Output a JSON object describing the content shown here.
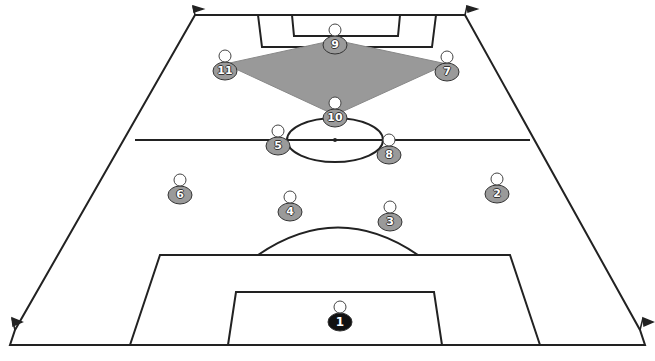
{
  "diagram": {
    "nodes": [
      {
        "text": [
          "9"
        ]
      },
      {
        "text": [
          "11"
        ]
      },
      {
        "text": [
          "7"
        ]
      },
      {
        "text": [
          "10"
        ]
      },
      {
        "text": [
          "5"
        ]
      },
      {
        "text": [
          "8"
        ]
      },
      {
        "text": [
          "6"
        ]
      },
      {
        "text": [
          "2"
        ]
      },
      {
        "text": [
          "4"
        ]
      },
      {
        "text": [
          "3"
        ]
      },
      {
        "text": [
          "1"
        ]
      }
    ]
  }
}
